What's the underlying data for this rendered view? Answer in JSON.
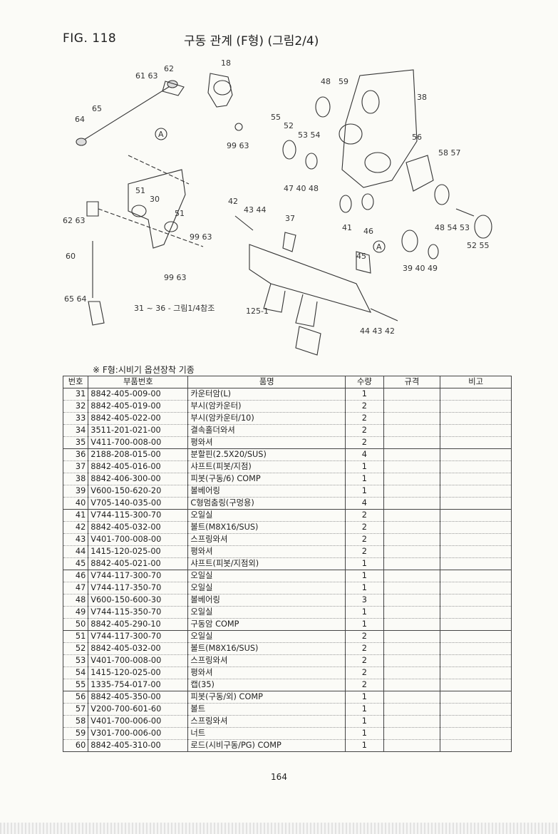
{
  "header": {
    "fig": "FIG. 118",
    "title": "구동 관계 (F형) (그림2/4)"
  },
  "diagram": {
    "callouts": [
      "62",
      "18",
      "61",
      "63",
      "65",
      "64",
      "99",
      "63",
      "59",
      "48",
      "38",
      "55",
      "52",
      "53",
      "54",
      "56",
      "58",
      "57",
      "51",
      "30",
      "A",
      "A",
      "42",
      "43",
      "44",
      "37",
      "47",
      "40",
      "48",
      "99",
      "63",
      "62",
      "63",
      "60",
      "51",
      "41",
      "46",
      "45",
      "39",
      "40",
      "49",
      "48",
      "54",
      "53",
      "52",
      "55",
      "99",
      "63",
      "65",
      "64",
      "31 ~ 36 - 그림1/4참조",
      "125-1",
      "44",
      "43",
      "42"
    ]
  },
  "note": "※ F형:시비기 옵션장착 기종",
  "table": {
    "headers": [
      "번호",
      "부품번호",
      "품명",
      "수량",
      "규격",
      "비고"
    ],
    "rows": [
      {
        "no": "31",
        "pn": "8842-405-009-00",
        "name": "카운터암(L)",
        "qty": "1"
      },
      {
        "no": "32",
        "pn": "8842-405-019-00",
        "name": "부시(암카운터)",
        "qty": "2"
      },
      {
        "no": "33",
        "pn": "8842-405-022-00",
        "name": "부시(암카운터/10)",
        "qty": "2"
      },
      {
        "no": "34",
        "pn": "3511-201-021-00",
        "name": "결속홀더와셔",
        "qty": "2"
      },
      {
        "no": "35",
        "pn": "V411-700-008-00",
        "name": "평와셔",
        "qty": "2"
      },
      {
        "no": "36",
        "pn": "2188-208-015-00",
        "name": "분할핀(2.5X20/SUS)",
        "qty": "4"
      },
      {
        "no": "37",
        "pn": "8842-405-016-00",
        "name": "샤프트(피봇/지점)",
        "qty": "1"
      },
      {
        "no": "38",
        "pn": "8842-406-300-00",
        "name": "피봇(구동/6) COMP",
        "qty": "1"
      },
      {
        "no": "39",
        "pn": "V600-150-620-20",
        "name": "볼베어링",
        "qty": "1"
      },
      {
        "no": "40",
        "pn": "V705-140-035-00",
        "name": "C형멈춤링(구멍용)",
        "qty": "4"
      },
      {
        "no": "41",
        "pn": "V744-115-300-70",
        "name": "오일실",
        "qty": "2"
      },
      {
        "no": "42",
        "pn": "8842-405-032-00",
        "name": "볼트(M8X16/SUS)",
        "qty": "2"
      },
      {
        "no": "43",
        "pn": "V401-700-008-00",
        "name": "스프링와셔",
        "qty": "2"
      },
      {
        "no": "44",
        "pn": "1415-120-025-00",
        "name": "평와셔",
        "qty": "2"
      },
      {
        "no": "45",
        "pn": "8842-405-021-00",
        "name": "샤프트(피봇/지점외)",
        "qty": "1"
      },
      {
        "no": "46",
        "pn": "V744-117-300-70",
        "name": "오일실",
        "qty": "1"
      },
      {
        "no": "47",
        "pn": "V744-117-350-70",
        "name": "오일실",
        "qty": "1"
      },
      {
        "no": "48",
        "pn": "V600-150-600-30",
        "name": "볼베어링",
        "qty": "3"
      },
      {
        "no": "49",
        "pn": "V744-115-350-70",
        "name": "오일실",
        "qty": "1"
      },
      {
        "no": "50",
        "pn": "8842-405-290-10",
        "name": "구동암 COMP",
        "qty": "1"
      },
      {
        "no": "51",
        "pn": "V744-117-300-70",
        "name": "오일실",
        "qty": "2"
      },
      {
        "no": "52",
        "pn": "8842-405-032-00",
        "name": "볼트(M8X16/SUS)",
        "qty": "2"
      },
      {
        "no": "53",
        "pn": "V401-700-008-00",
        "name": "스프링와셔",
        "qty": "2"
      },
      {
        "no": "54",
        "pn": "1415-120-025-00",
        "name": "평와셔",
        "qty": "2"
      },
      {
        "no": "55",
        "pn": "1335-754-017-00",
        "name": "캡(35)",
        "qty": "2"
      },
      {
        "no": "56",
        "pn": "8842-405-350-00",
        "name": "피봇(구동/외) COMP",
        "qty": "1"
      },
      {
        "no": "57",
        "pn": "V200-700-601-60",
        "name": "볼트",
        "qty": "1"
      },
      {
        "no": "58",
        "pn": "V401-700-006-00",
        "name": "스프링와셔",
        "qty": "1"
      },
      {
        "no": "59",
        "pn": "V301-700-006-00",
        "name": "너트",
        "qty": "1"
      },
      {
        "no": "60",
        "pn": "8842-405-310-00",
        "name": "로드(시비구동/PG) COMP",
        "qty": "1"
      }
    ]
  },
  "page_number": "164"
}
